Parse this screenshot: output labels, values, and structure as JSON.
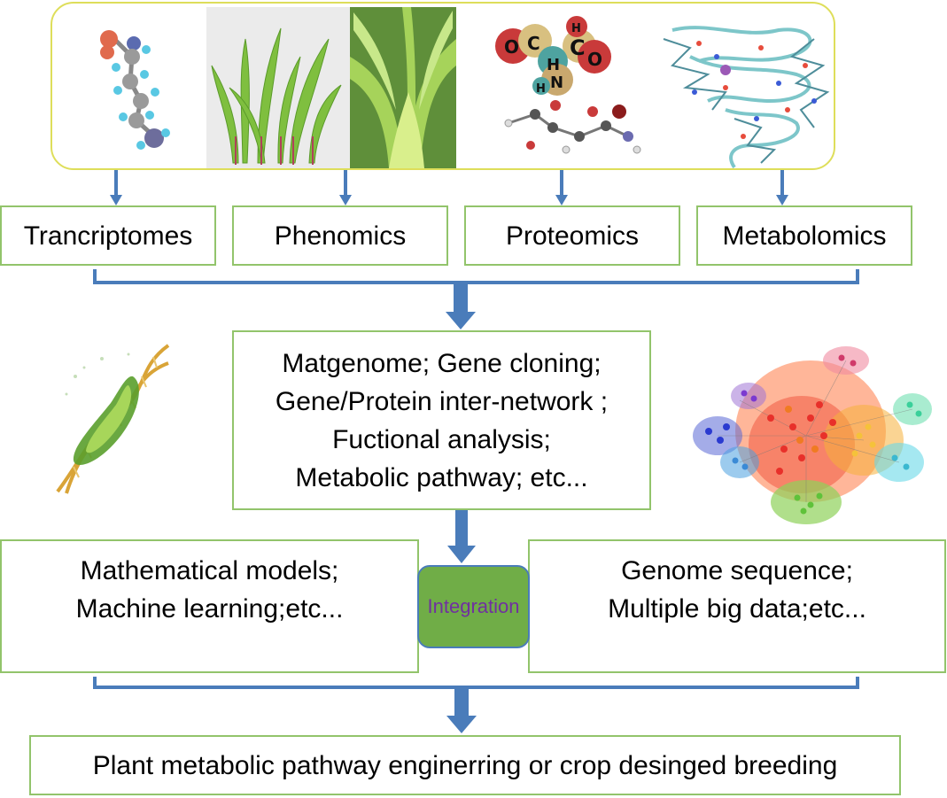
{
  "omics": {
    "transcriptomes": "Trancriptomes",
    "phenomics": "Phenomics",
    "proteomics": "Proteomics",
    "metabolomics": "Metabolomics"
  },
  "analysis": {
    "line1": "Matgenome; Gene cloning;",
    "line2": "Gene/Protein inter-network ;",
    "line3": "Fuctional analysis;",
    "line4": "Metabolic pathway; etc..."
  },
  "models": {
    "line1": "Mathematical models;",
    "line2": "Machine learning;etc..."
  },
  "integration": {
    "label": "Integration"
  },
  "genome": {
    "line1": "Genome sequence;",
    "line2": "Multiple big data;etc..."
  },
  "outcome": {
    "label": "Plant metabolic pathway enginerring or crop desinged breeding"
  },
  "molecule_letters": [
    "O",
    "C",
    "C",
    "O",
    "H",
    "H",
    "N",
    "H"
  ],
  "colors": {
    "box_border": "#92c46b",
    "panel_border": "#dede5a",
    "connector": "#4a7cba",
    "integration_fill": "#70ad47",
    "integration_text": "#7030a0"
  }
}
